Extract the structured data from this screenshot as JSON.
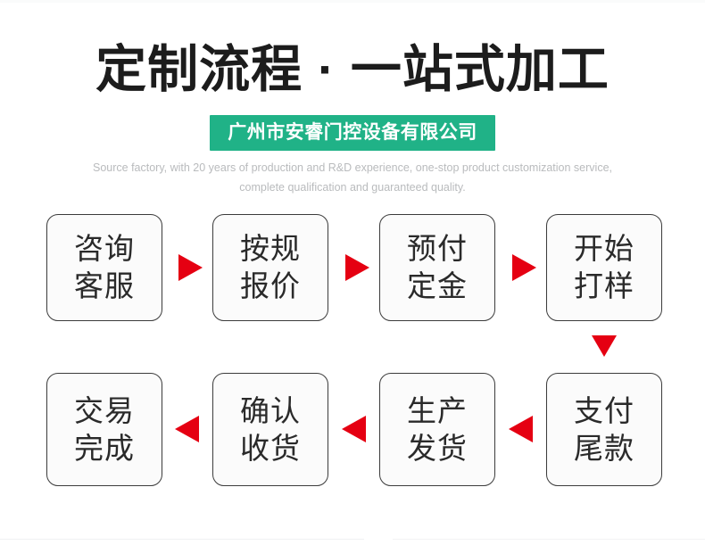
{
  "header": {
    "main_title": "定制流程 · 一站式加工",
    "company_badge": "广州市安睿门控设备有限公司",
    "subtitle": "Source factory, with 20 years of production and R&D experience, one-stop product customization service, complete qualification and guaranteed quality.",
    "badge_bg_color": "#20b287",
    "title_color": "#1c1c1c",
    "subtitle_color": "#b9bbbd"
  },
  "flow": {
    "accent_color": "#e50012",
    "box_border_color": "#3b3b3b",
    "box_fill_color": "#fbfbfb",
    "row1": [
      {
        "id": "step-1",
        "line1": "咨询",
        "line2": "客服"
      },
      {
        "id": "step-2",
        "line1": "按规",
        "line2": "报价"
      },
      {
        "id": "step-3",
        "line1": "预付",
        "line2": "定金"
      },
      {
        "id": "step-4",
        "line1": "开始",
        "line2": "打样"
      }
    ],
    "row2": [
      {
        "id": "step-8",
        "line1": "交易",
        "line2": "完成"
      },
      {
        "id": "step-7",
        "line1": "确认",
        "line2": "收货"
      },
      {
        "id": "step-6",
        "line1": "生产",
        "line2": "发货"
      },
      {
        "id": "step-5",
        "line1": "支付",
        "line2": "尾款"
      }
    ],
    "connectors": {
      "row1_direction": "right",
      "row2_direction": "left",
      "row_link_direction": "down"
    }
  }
}
